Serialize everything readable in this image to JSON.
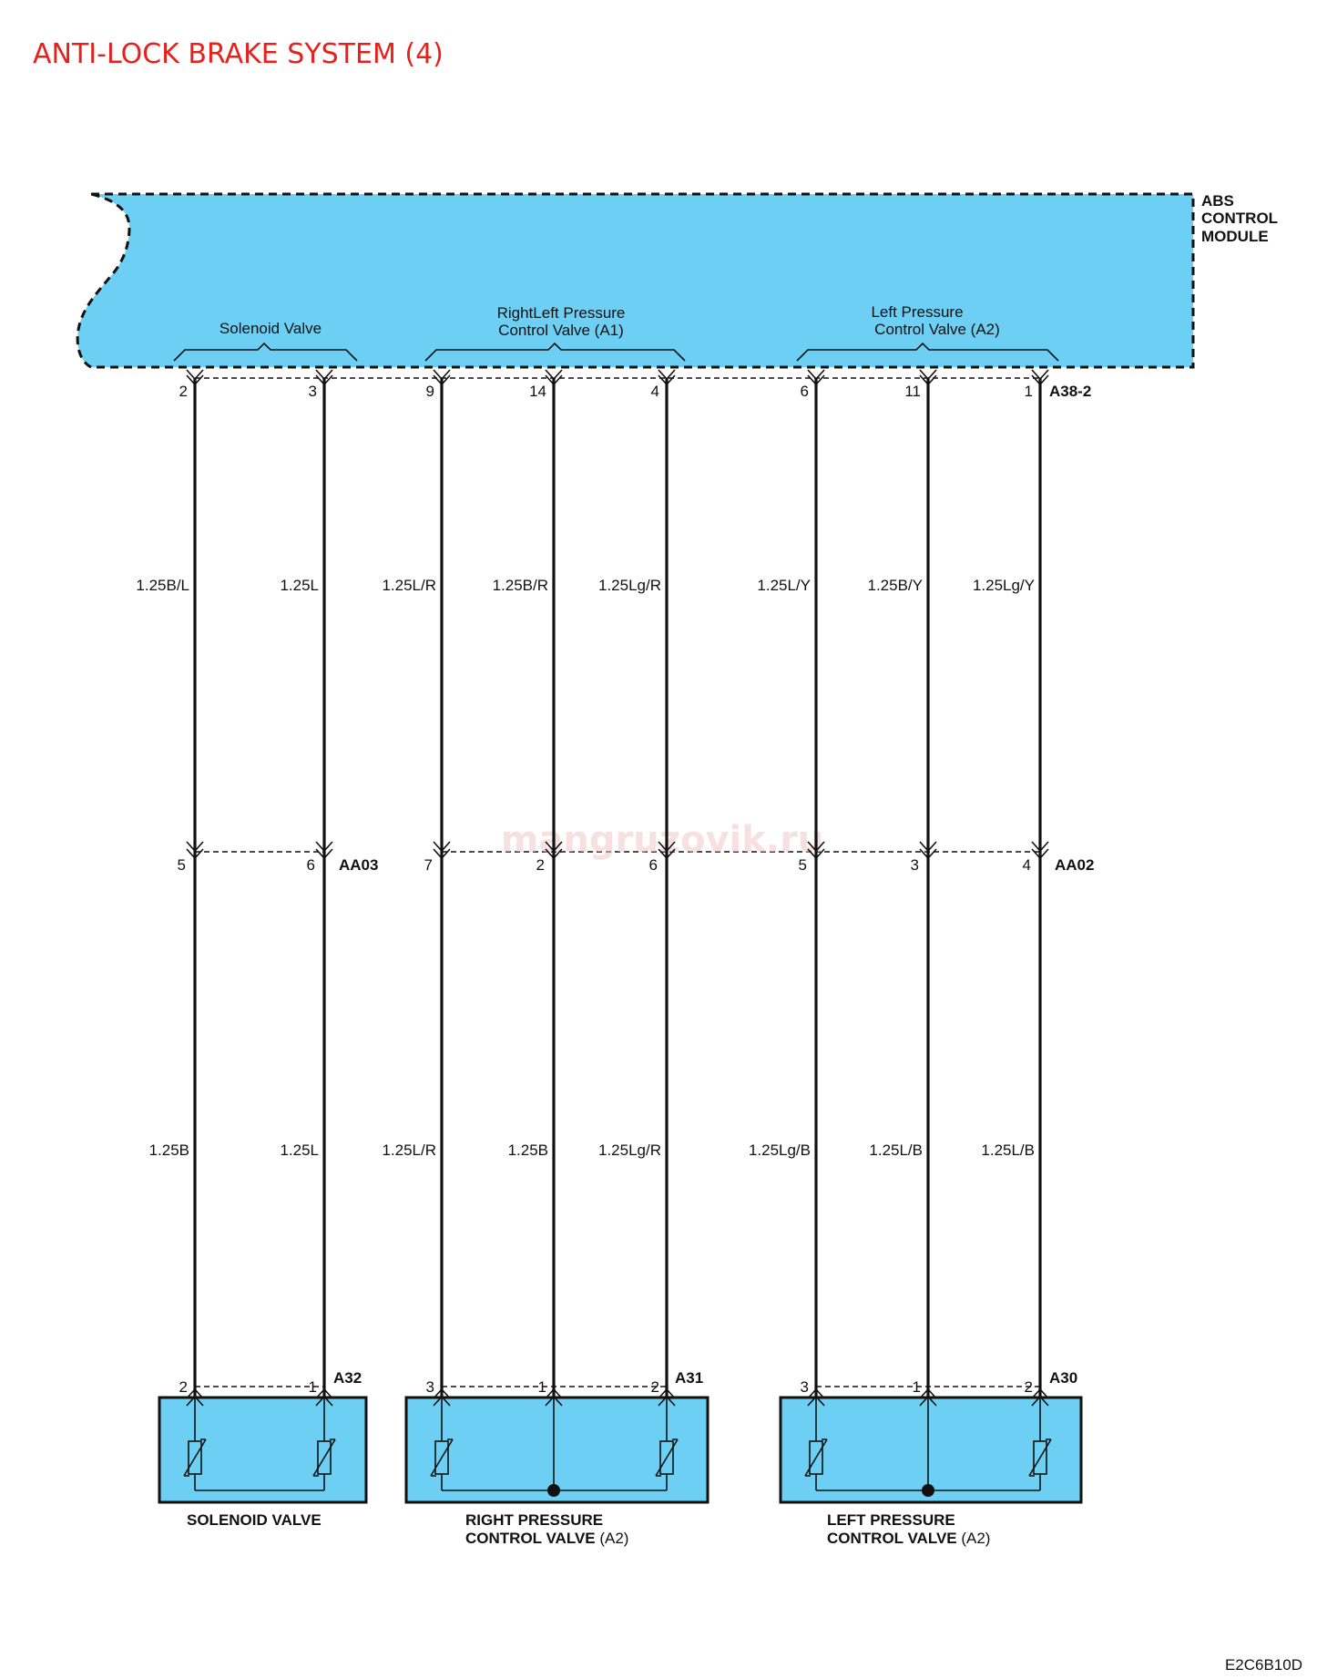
{
  "title": "ANTI-LOCK BRAKE SYSTEM (4)",
  "figure_code": "E2C6B10D",
  "watermark": "mangruzovik.ru",
  "colors": {
    "title": "#e8201c",
    "module_fill": "#6ccff3",
    "line": "#111111"
  },
  "abs_module": {
    "label_lines": [
      "ABS",
      "CONTROL",
      "MODULE"
    ],
    "connector": "A38-2",
    "groups": [
      {
        "lines": [
          "Solenoid Valve"
        ]
      },
      {
        "lines": [
          "RightLeft Pressure",
          "Control Valve (A1)"
        ]
      },
      {
        "lines": [
          "Left Pressure",
          "Control Valve (A2)"
        ]
      }
    ]
  },
  "inline_connectors": [
    "AA03",
    "AA02"
  ],
  "wires": [
    {
      "top_pin": "2",
      "upper_color": "1.25B/L",
      "mid_pin": "5",
      "lower_color": "1.25B",
      "bottom_pin": "2"
    },
    {
      "top_pin": "3",
      "upper_color": "1.25L",
      "mid_pin": "6",
      "lower_color": "1.25L",
      "bottom_pin": "1"
    },
    {
      "top_pin": "9",
      "upper_color": "1.25L/R",
      "mid_pin": "7",
      "lower_color": "1.25L/R",
      "bottom_pin": "3"
    },
    {
      "top_pin": "14",
      "upper_color": "1.25B/R",
      "mid_pin": "2",
      "lower_color": "1.25B",
      "bottom_pin": "1"
    },
    {
      "top_pin": "4",
      "upper_color": "1.25Lg/R",
      "mid_pin": "6",
      "lower_color": "1.25Lg/R",
      "bottom_pin": "2"
    },
    {
      "top_pin": "6",
      "upper_color": "1.25L/Y",
      "mid_pin": "5",
      "lower_color": "1.25Lg/B",
      "bottom_pin": "3"
    },
    {
      "top_pin": "11",
      "upper_color": "1.25B/Y",
      "mid_pin": "3",
      "lower_color": "1.25L/B",
      "bottom_pin": "1"
    },
    {
      "top_pin": "1",
      "upper_color": "1.25Lg/Y",
      "mid_pin": "4",
      "lower_color": "1.25L/B",
      "bottom_pin": "2"
    }
  ],
  "components": [
    {
      "connector": "A32",
      "label_bold": [
        "SOLENOID VALVE"
      ],
      "label_suffix": ""
    },
    {
      "connector": "A31",
      "label_bold": [
        "RIGHT PRESSURE",
        "CONTROL VALVE"
      ],
      "label_suffix": " (A2)"
    },
    {
      "connector": "A30",
      "label_bold": [
        "LEFT PRESSURE",
        "CONTROL VALVE"
      ],
      "label_suffix": " (A2)"
    }
  ]
}
